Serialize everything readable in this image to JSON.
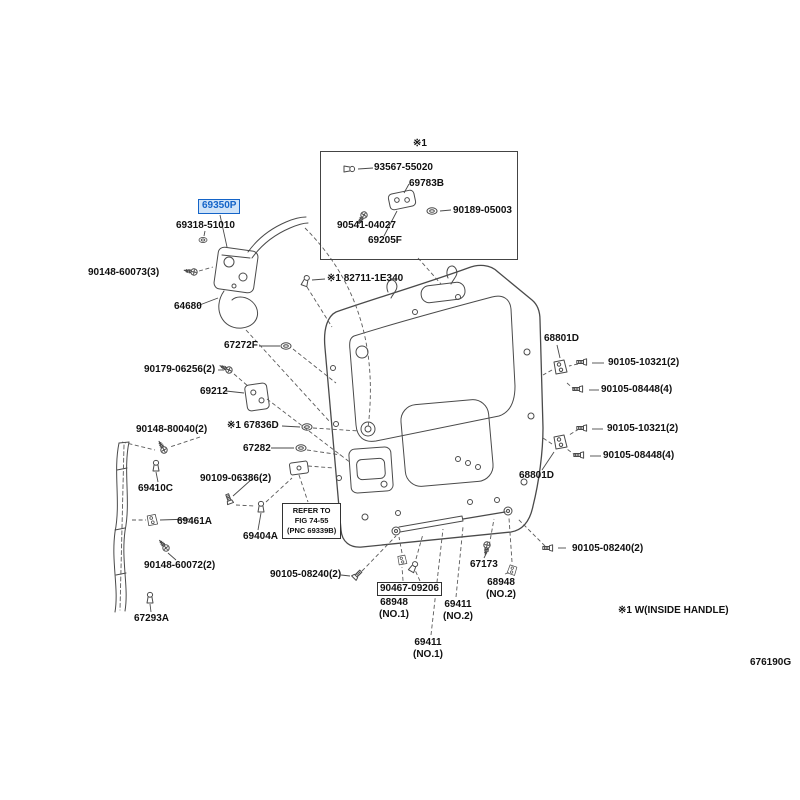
{
  "page": {
    "background": "#ffffff"
  },
  "highlight": {
    "color": "#1464c8",
    "background": "#cfe3f8"
  },
  "notes": {
    "marker": "※1",
    "footnote": "※1 W(INSIDE HANDLE)",
    "drawing_code": "676190G",
    "refer": "REFER TO\nFIG 74-55\n(PNC 69339B)"
  },
  "labels": [
    {
      "text": "69350P"
    },
    {
      "text": "69318-51010"
    },
    {
      "text": "90148-60073(3)"
    },
    {
      "text": "64680"
    },
    {
      "text": "※1 82711-1E340"
    },
    {
      "text": "67272F"
    },
    {
      "text": "90179-06256(2)"
    },
    {
      "text": "69212"
    },
    {
      "text": "※1 67836D"
    },
    {
      "text": "67282"
    },
    {
      "text": "90148-80040(2)"
    },
    {
      "text": "69410C"
    },
    {
      "text": "90109-06386(2)"
    },
    {
      "text": "69461A"
    },
    {
      "text": "69404A"
    },
    {
      "text": "90148-60072(2)"
    },
    {
      "text": "67293A"
    },
    {
      "text": "90105-08240(2)"
    },
    {
      "text": "90467-09206"
    },
    {
      "text": "68948\n(NO.1)"
    },
    {
      "text": "69411\n(NO.2)"
    },
    {
      "text": "69411\n(NO.1)"
    },
    {
      "text": "67173"
    },
    {
      "text": "68948\n(NO.2)"
    },
    {
      "text": "90105-08240(2)"
    },
    {
      "text": "68801D"
    },
    {
      "text": "90105-10321(2)"
    },
    {
      "text": "90105-08448(4)"
    },
    {
      "text": "90105-10321(2)"
    },
    {
      "text": "90105-08448(4)"
    },
    {
      "text": "68801D"
    },
    {
      "text": "93567-55020"
    },
    {
      "text": "69783B"
    },
    {
      "text": "90189-05003"
    },
    {
      "text": "90541-04027"
    },
    {
      "text": "69205F"
    }
  ]
}
